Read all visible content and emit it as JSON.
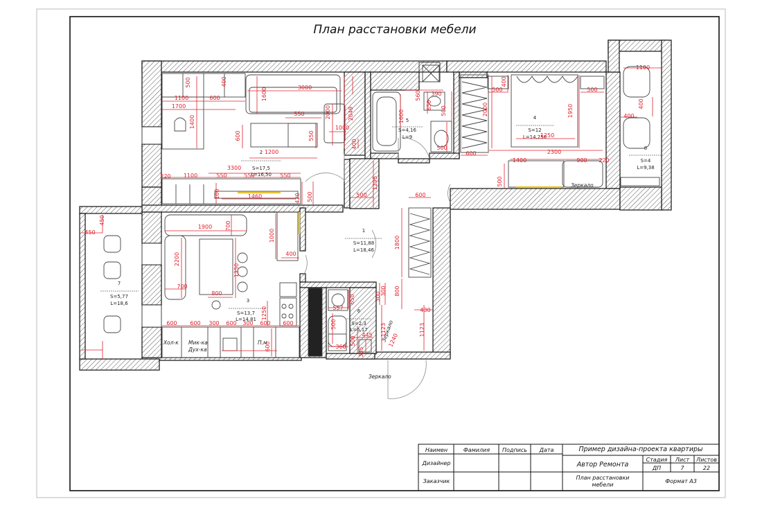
{
  "title": "План расстановки мебели",
  "colors": {
    "dim": "#e0202b",
    "line": "#111111",
    "hatch": "#666666",
    "door": "#999999",
    "yellow": "#e8c832"
  },
  "rooms": [
    {
      "num": "2",
      "area": "S=17,5",
      "perim": "L=16,50"
    },
    {
      "num": "1",
      "area": "S=11,88",
      "perim": "L=18,46"
    },
    {
      "num": "3",
      "area": "S=13,7",
      "perim": "L=14,81"
    },
    {
      "num": "4",
      "area": "S=12",
      "perim": "L=14,250"
    },
    {
      "num": "5",
      "area": "S=4,16",
      "perim": "L=9"
    },
    {
      "num": "6",
      "area": "S=2,3",
      "perim": "L=6,17"
    },
    {
      "num": "7",
      "area": "S=5,77",
      "perim": "L=18,6"
    },
    {
      "num": "8",
      "area": "S=4",
      "perim": "L=9,38"
    }
  ],
  "labels": {
    "mirror1": "Зеркало",
    "mirror2": "Зеркало",
    "mirror3": "Зеркало",
    "fridge": "Хол-к",
    "micro": "Мик-ка",
    "oven": "Дух-ка",
    "dishwasher": "П.м."
  },
  "dims": [
    "500",
    "400",
    "3000",
    "1100",
    "600",
    "1700",
    "1600",
    "1400",
    "550",
    "2000",
    "2049",
    "1000",
    "600",
    "550",
    "1200",
    "400",
    "3300",
    "220",
    "1100",
    "550",
    "550",
    "550",
    "100",
    "1460",
    "420",
    "500",
    "500",
    "1295",
    "560",
    "390",
    "1600",
    "850",
    "500",
    "500",
    "600",
    "2000",
    "500",
    "400",
    "500",
    "1950",
    "1250",
    "2300",
    "1400",
    "900",
    "220",
    "500",
    "1100",
    "400",
    "400",
    "450",
    "450",
    "1900",
    "700",
    "2200",
    "1000",
    "400",
    "1350",
    "700",
    "800",
    "1250",
    "600",
    "600",
    "300",
    "600",
    "300",
    "600",
    "600",
    "600",
    "600",
    "1800",
    "800",
    "430",
    "1123",
    "1123",
    "300",
    "300",
    "557",
    "650",
    "500",
    "500",
    "360",
    "445",
    "335",
    "1240"
  ],
  "stamp": {
    "h_naimen": "Наимен",
    "h_familia": "Фамилия",
    "h_podpis": "Подпись",
    "h_data": "Дата",
    "r_designer": "Дизайнер",
    "r_customer": "Заказчик",
    "project": "Пример дизайна-проекта квартиры",
    "author": "Автор Ремонта",
    "stage_h": "Стадия",
    "list_h": "Лист",
    "lists_h": "Листов",
    "stage": "ДП",
    "list": "7",
    "lists": "22",
    "sheet_name_1": "План расстановки",
    "sheet_name_2": "мебели",
    "format": "Формат А3"
  }
}
